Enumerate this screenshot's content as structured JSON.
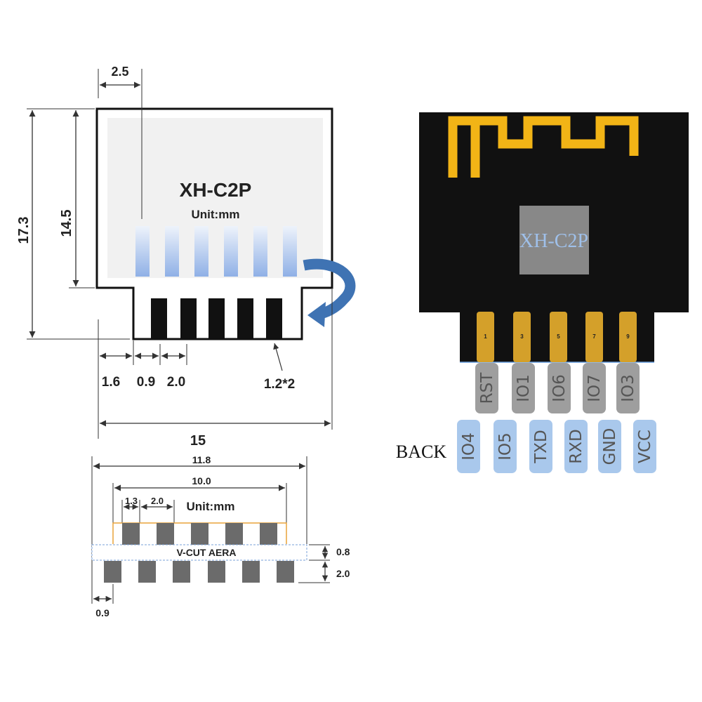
{
  "top_view": {
    "title": "XH-C2P",
    "unit": "Unit:mm",
    "dims": {
      "overall_height": "17.3",
      "body_height": "14.5",
      "pad_offset": "2.5",
      "left_margin": "1.6",
      "pad_width": "0.9",
      "pad_pitch": "2.0",
      "pad_note": "1.2*2",
      "overall_width": "15"
    }
  },
  "panel_view": {
    "unit": "Unit:mm",
    "vcut_label": "V-CUT AERA",
    "dims": {
      "outer_width": "11.8",
      "inner_width": "10.0",
      "pad_offset": "1.3",
      "pad_pitch": "2.0",
      "vcut_gap": "0.8",
      "lower_height": "2.0",
      "left_offset": "0.9"
    }
  },
  "pinout": {
    "chip_label": "XH-C2P",
    "pin_numbers": [
      "1",
      "3",
      "5",
      "7",
      "9"
    ],
    "front_labels": [
      "RST",
      "IO1",
      "IO6",
      "IO7",
      "IO3"
    ],
    "back_title": "BACK",
    "back_labels": [
      "IO4",
      "IO5",
      "TXD",
      "RXD",
      "GND",
      "VCC"
    ]
  },
  "colors": {
    "antenna": "#f2b416",
    "pcb": "#111111",
    "gold_pad": "#d4a02a",
    "front_tag": "#9e9e9e",
    "back_tag": "#a9c8ec",
    "arrow": "#3f73b3"
  }
}
